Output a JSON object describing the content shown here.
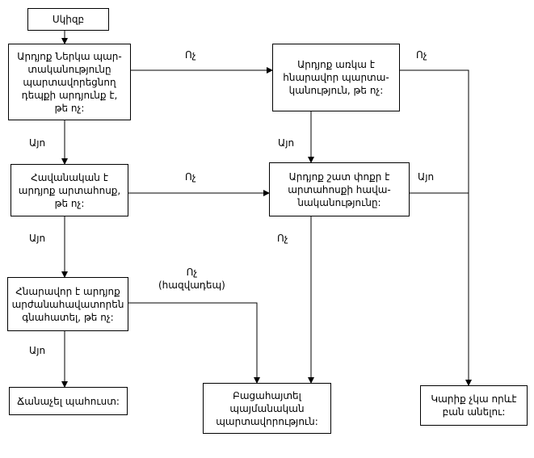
{
  "boxes": {
    "start": "Սկիզբ",
    "q1": "Արդյոք Ներկա պար-\nտականությունը\nպարտավորեցնող\nդեպքի արդյունք է,\nթե ոչ:",
    "q2": "Արդյոք առկա է\nհնարավոր պարտա-\nկանություն, թե ոչ:",
    "q3": "Հավանական է\nարդյոք արտահոսք,\nթե ոչ:",
    "q4": "Արդյոք շատ փոքր է\nարտահոսքի հավա-\nնականությունը:",
    "q5": "Հնարավոր է արդյոք\nարժանահավատորեն\nգնահատել, թե ոչ:",
    "end_provision": "Ճանաչել պահուստ:",
    "end_disclose": "Բացահայտել\nպայմանական\nպարտավորություն:",
    "end_nothing": "Կարիք չկա որևէ\nբան անելու:"
  },
  "labels": {
    "no_q1": "Ոչ",
    "no_q2": "Ոչ",
    "yes_q1": "Այո",
    "yes_q2": "Այո",
    "no_q3": "Ոչ",
    "yes_q4": "Այո",
    "yes_q3": "Այո",
    "no_q4": "Ոչ",
    "no_q5": "Ոչ\n(հազվադեպ)",
    "yes_q5": "Այո"
  }
}
